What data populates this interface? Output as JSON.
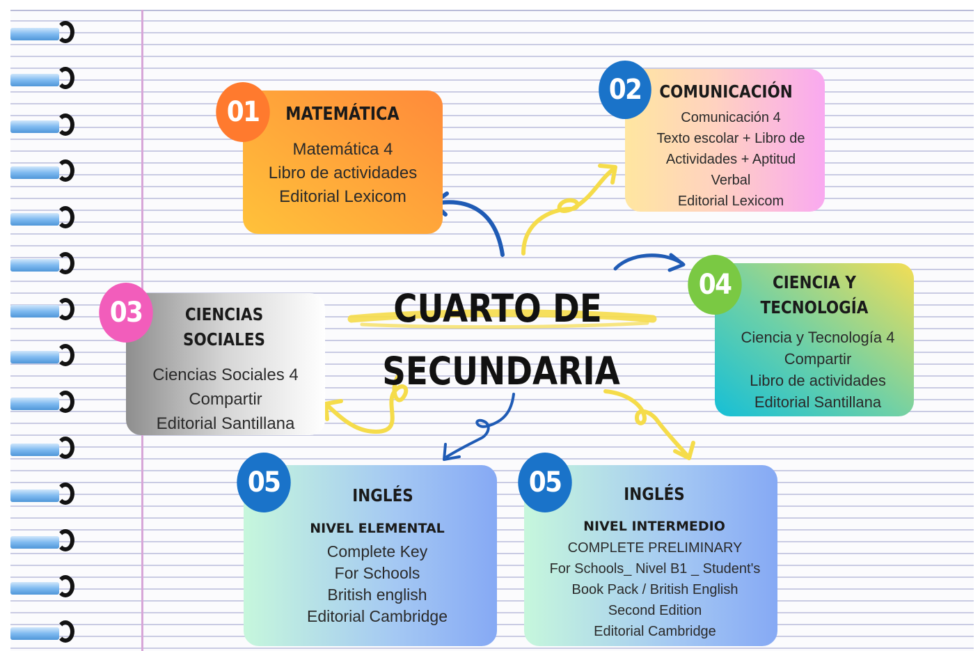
{
  "center": {
    "line1": "CUARTO DE",
    "line2": "SECUNDARIA"
  },
  "nodes": [
    {
      "id": "matematica",
      "number": "01",
      "title": "MATEMÁTICA",
      "lines": [
        "Matemática 4",
        "Libro de actividades",
        "Editorial Lexicom"
      ]
    },
    {
      "id": "comunicacion",
      "number": "02",
      "title": "COMUNICACIÓN",
      "lines": [
        "Comunicación 4",
        "Texto escolar + Libro de",
        "Actividades + Aptitud",
        "Verbal",
        "Editorial Lexicom"
      ]
    },
    {
      "id": "ciencias-sociales",
      "number": "03",
      "title_lines": [
        "CIENCIAS",
        "SOCIALES"
      ],
      "lines": [
        "Ciencias Sociales 4",
        "Compartir",
        "Editorial Santillana"
      ]
    },
    {
      "id": "ciencia-tecnologia",
      "number": "04",
      "title_lines": [
        "CIENCIA Y",
        "TECNOLOGÍA"
      ],
      "lines": [
        "Ciencia y Tecnología 4",
        "Compartir",
        "Libro de actividades",
        "Editorial Santillana"
      ]
    },
    {
      "id": "ingles-elemental",
      "number": "05",
      "title": "INGLÉS",
      "subtitle": "NIVEL ELEMENTAL",
      "lines": [
        "Complete Key",
        "For Schools",
        "British english",
        "Editorial Cambridge"
      ]
    },
    {
      "id": "ingles-intermedio",
      "number": "05",
      "title": "INGLÉS",
      "subtitle": "NIVEL INTERMEDIO",
      "lines": [
        "COMPLETE PRELIMINARY",
        "For Schools_ Nivel B1 _ Student's",
        "Book Pack / British English",
        "Second Edition",
        "Editorial Cambridge"
      ]
    }
  ],
  "colors": {
    "badge_orange": "#ff7a2e",
    "badge_blue": "#1a73c9",
    "badge_pink": "#f25dbb",
    "badge_green": "#7ac943",
    "arrow_blue": "#1f5bb5",
    "arrow_yellow": "#f5dc4a",
    "spiral_blue": "#6bb0ee",
    "margin_line": "#d7a6d8"
  }
}
